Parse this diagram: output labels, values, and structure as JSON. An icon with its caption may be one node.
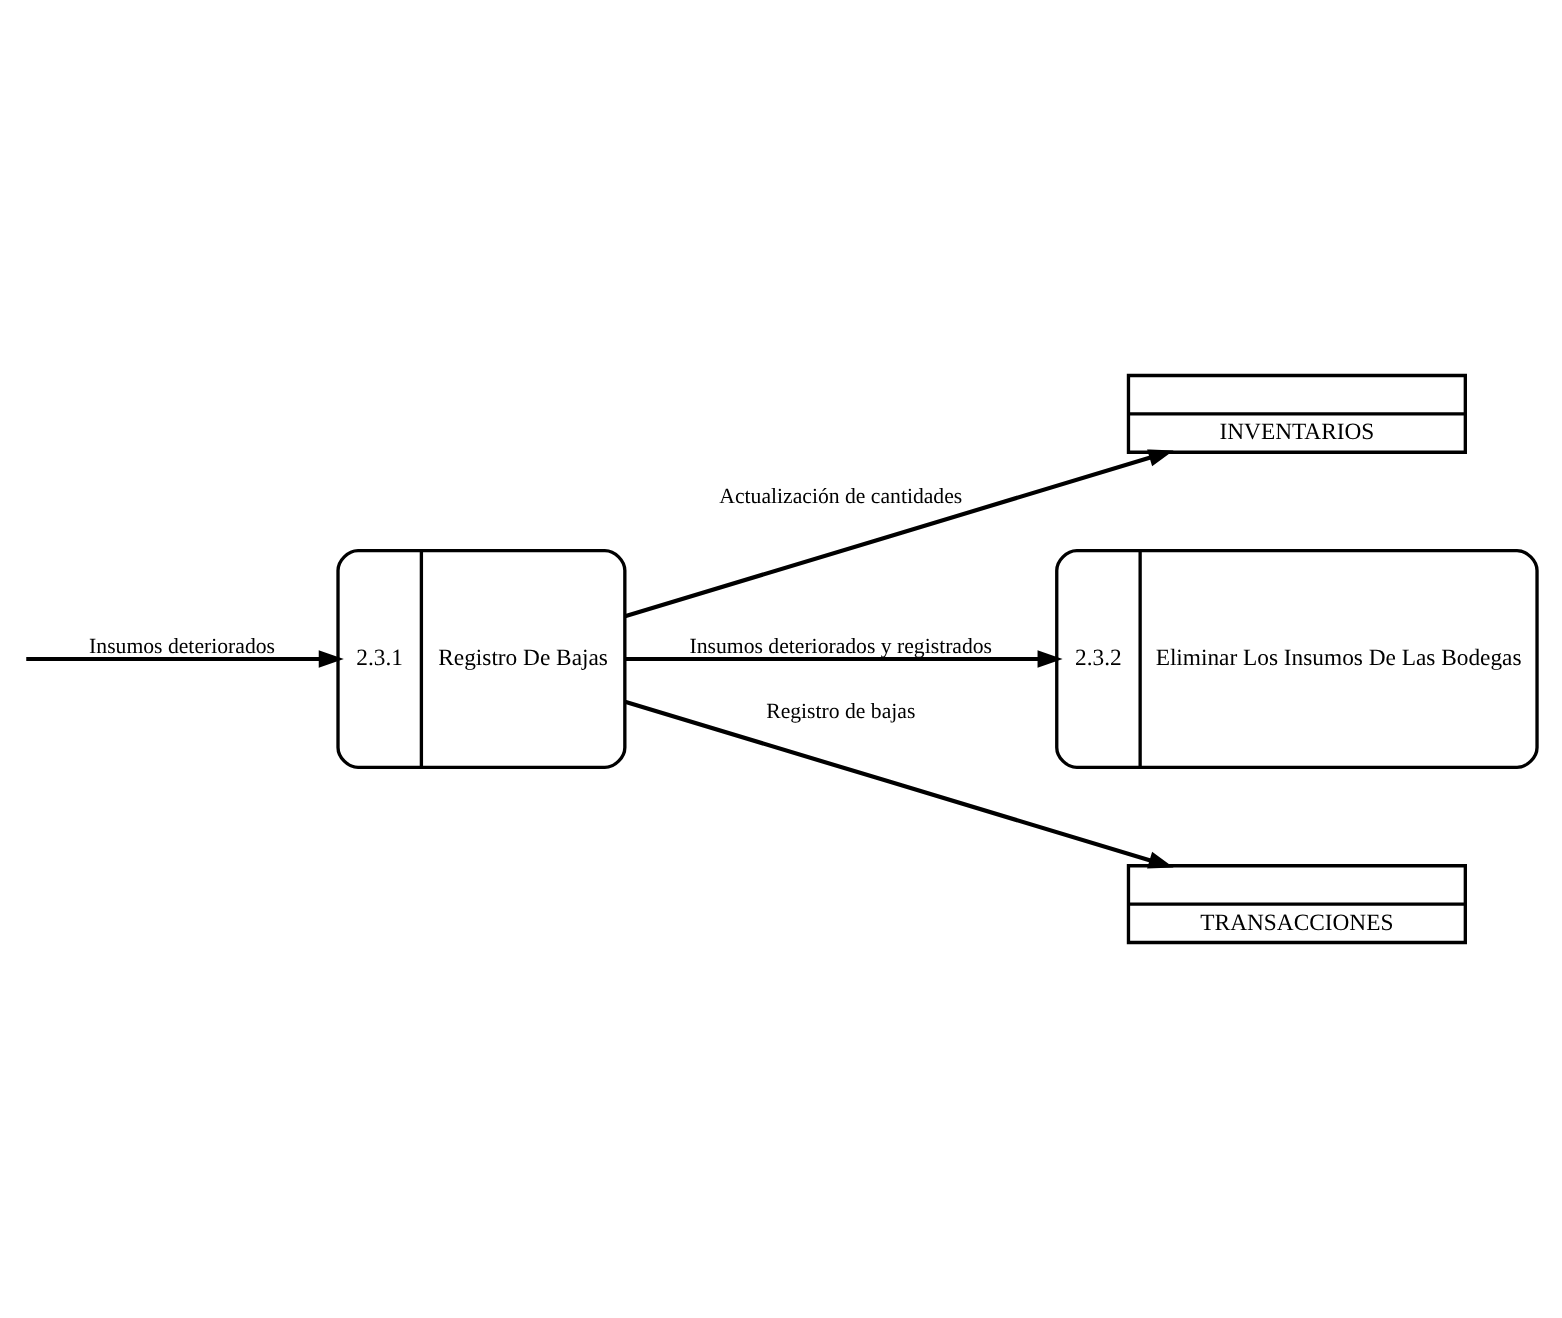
{
  "diagram": {
    "nodes": [
      {
        "text": [
          "INVENTARIOS"
        ]
      },
      {
        "text": [
          "2.3.1",
          "Registro De Bajas"
        ]
      },
      {
        "text": [
          "2.3.2",
          "Eliminar Los Insumos De Las Bodegas"
        ]
      },
      {
        "text": [
          "TRANSACCIONES"
        ]
      }
    ],
    "edges": [
      {
        "from": null,
        "to": 1,
        "arrow": "to",
        "label": "Insumos deteriorados"
      },
      {
        "from": 1,
        "to": 0,
        "arrow": "to",
        "label": "Actualización de cantidades"
      },
      {
        "from": 1,
        "to": 2,
        "arrow": "to",
        "label": "Insumos deteriorados y registrados"
      },
      {
        "from": 1,
        "to": 3,
        "arrow": "to",
        "label": "Registro de bajas"
      }
    ]
  }
}
